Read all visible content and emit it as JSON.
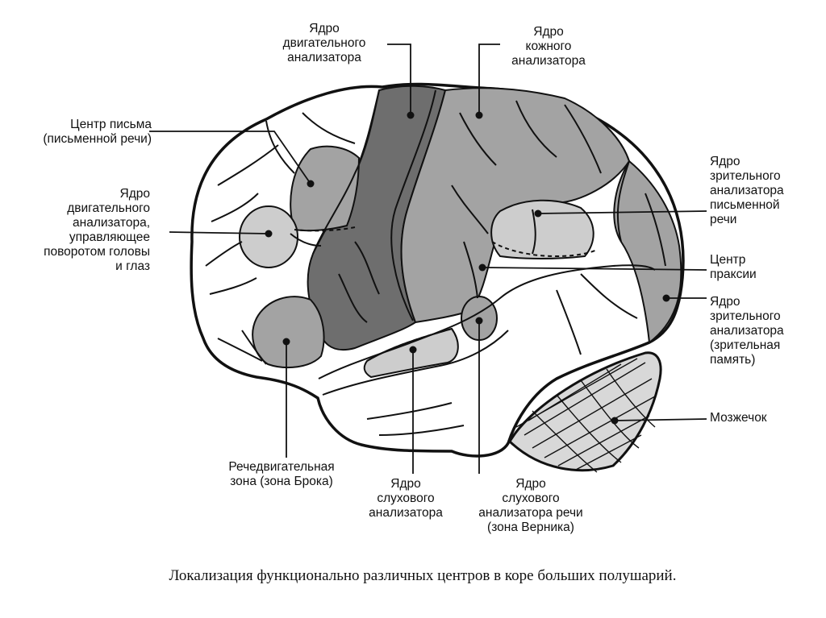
{
  "colors": {
    "outline": "#111111",
    "dark_zone": "#6e6e6e",
    "mid_zone": "#a3a3a3",
    "light_zone": "#cdcdcd",
    "paper": "#ffffff"
  },
  "labels": {
    "motor_analyzer": "Ядро\nдвигательного\nанализатора",
    "skin_analyzer": "Ядро\nкожного\nанализатора",
    "writing_center": "Центр письма\n(письменной речи)",
    "head_eye_motor": "Ядро\nдвигательного\nанализатора,\nуправляющее\nповоротом головы\nи глаз",
    "visual_written_speech": "Ядро\nзрительного\nанализатора\nписьменной\nречи",
    "praxis_center": "Центр\nпраксии",
    "visual_memory": "Ядро\nзрительного\nанализатора\n(зрительная\nпамять)",
    "cerebellum": "Мозжечок",
    "broca": "Речедвигательная\nзона (зона Брока)",
    "auditory_analyzer": "Ядро\nслухового\nанализатора",
    "wernicke": "Ядро\nслухового\nанализатора речи\n(зона Верника)"
  },
  "caption": "Локализация функционально различных центров в коре больших полушарий."
}
